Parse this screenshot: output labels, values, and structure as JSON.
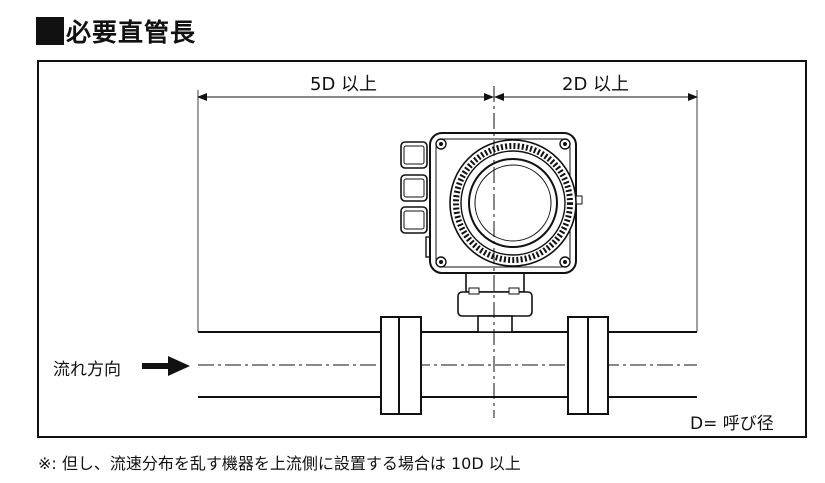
{
  "title": "必要直管長",
  "dimensions": {
    "upstream_label": "5D 以上",
    "downstream_label": "2D 以上"
  },
  "flow_direction_label": "流れ方向",
  "legend_label": "D= 呼び径",
  "footnote": "※: 但し、流速分布を乱す機器を上流側に設置する場合は 10D 以上"
}
